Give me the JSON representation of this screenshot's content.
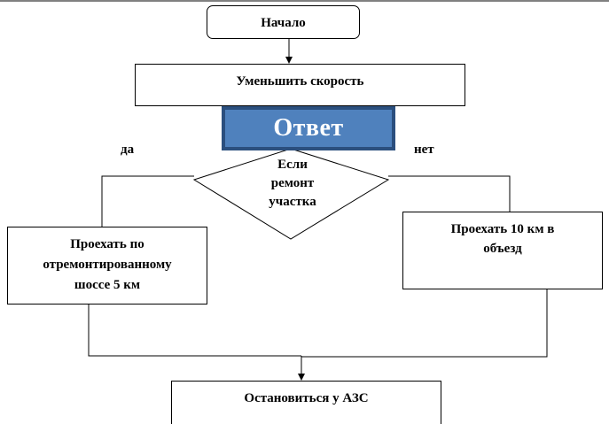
{
  "flowchart": {
    "start": "Начало",
    "reduce_speed": "Уменьшить скорость",
    "answer_banner": "Ответ",
    "decision": [
      "Если",
      "ремонт",
      "участка"
    ],
    "branch_yes": "да",
    "branch_no": "нет",
    "yes_action": [
      "Проехать по",
      "отремонтированному",
      "шоссе 5 км"
    ],
    "no_action": [
      "Проехать 10 км в",
      "объезд"
    ],
    "end": "Остановиться у АЗС"
  },
  "colors": {
    "banner_fill": "#4f81bd",
    "banner_border": "#2b4f7e",
    "line": "#000000"
  }
}
